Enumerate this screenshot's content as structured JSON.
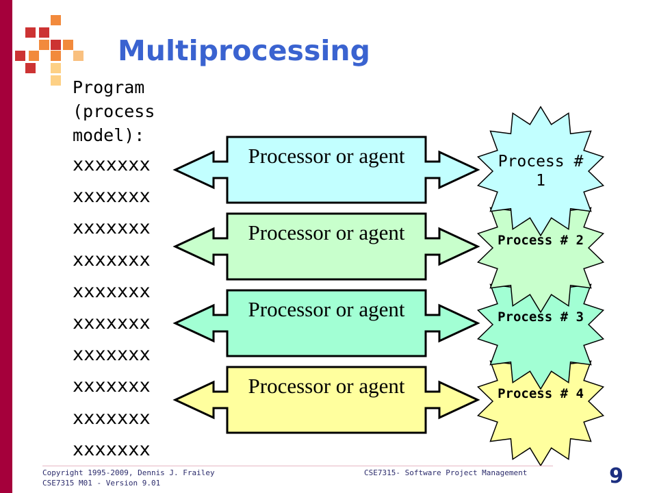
{
  "slide": {
    "title": "Multiprocessing",
    "program_label": "Program\n(process\nmodel):",
    "code_lines": [
      "xxxxxxx",
      "xxxxxxx",
      "xxxxxxx",
      "xxxxxxx",
      "xxxxxxx",
      "xxxxxxx",
      "xxxxxxx",
      "xxxxxxx",
      "xxxxxxx",
      "xxxxxxx"
    ],
    "processors": [
      {
        "label": "Processor or agent",
        "color": "#c2ffff"
      },
      {
        "label": "Processor or agent",
        "color": "#c8ffcc"
      },
      {
        "label": "Processor or agent",
        "color": "#a2ffd4"
      },
      {
        "label": "Processor or agent",
        "color": "#ffff9e"
      }
    ],
    "processes": [
      {
        "label": "Process # 1",
        "color": "#c2ffff"
      },
      {
        "label": "Process # 2",
        "color": "#c8ffcc"
      },
      {
        "label": "Process # 3",
        "color": "#a2ffd4"
      },
      {
        "label": "Process # 4",
        "color": "#ffff9e"
      }
    ]
  },
  "footer": {
    "copyright": "Copyright 1995-2009, Dennis J. Frailey",
    "module": "CSE7315 M01 - Version 9.01",
    "course": "CSE7315- Software Project Management",
    "page_number": "9"
  },
  "colors": {
    "title": "#3a63d0",
    "left_bar": "#a5003b",
    "logo_red": "#cc3333",
    "logo_orange": "#f28a3c",
    "logo_peach": "#f9c07f",
    "logo_yellow": "#fdd085"
  }
}
